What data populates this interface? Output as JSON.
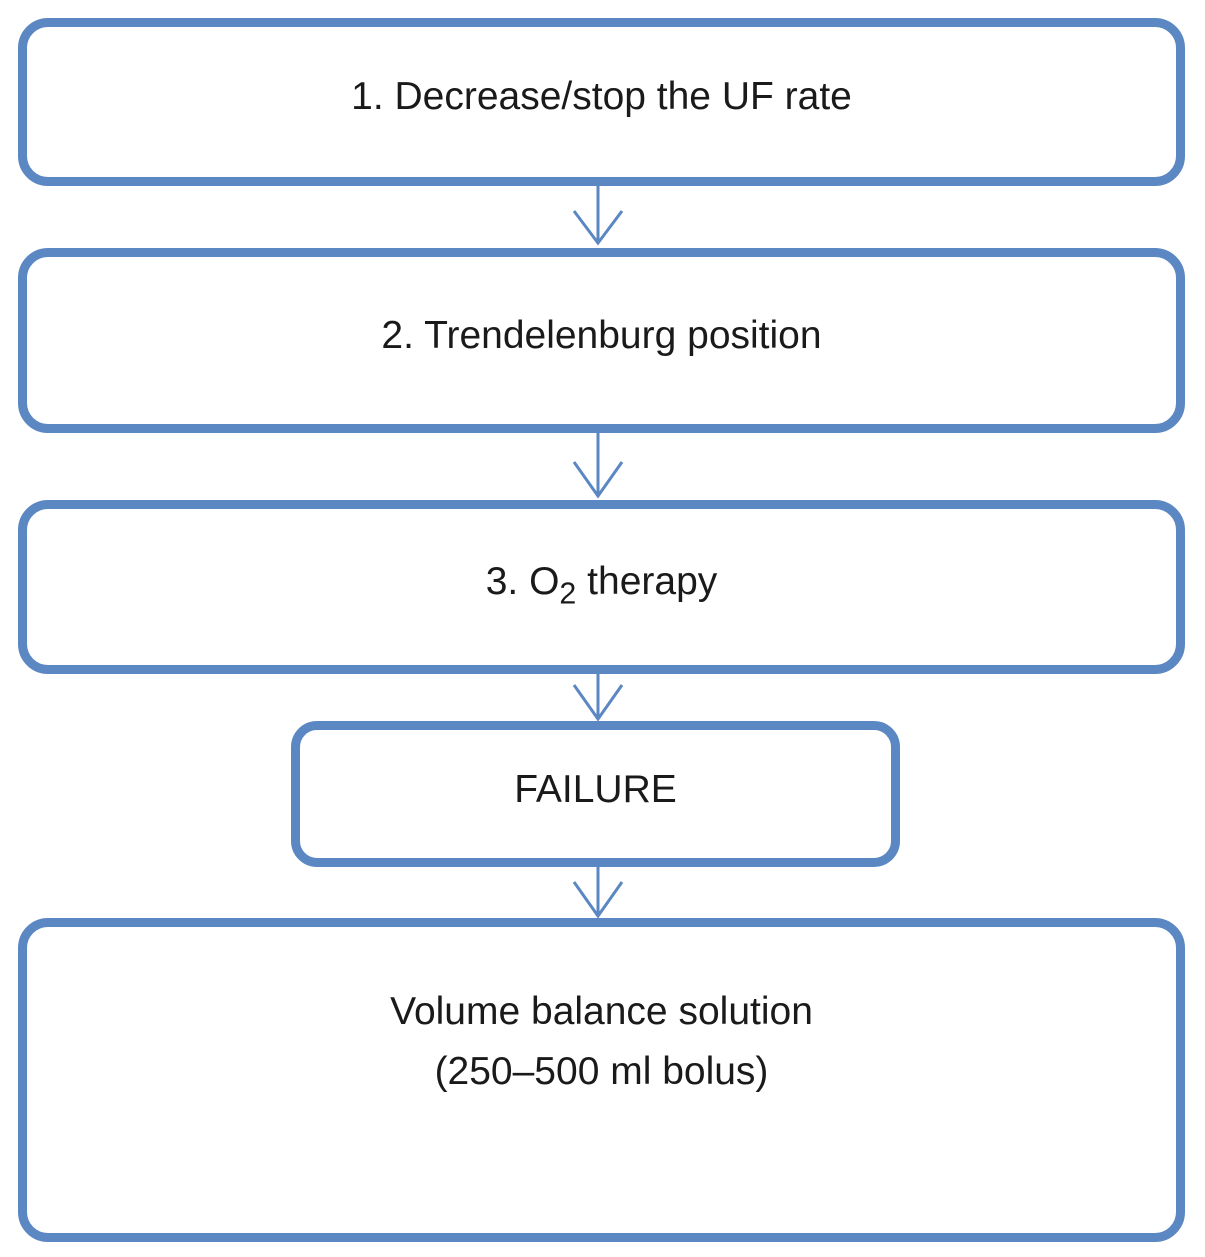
{
  "flowchart": {
    "steps": [
      {
        "label": "1. Decrease/stop the UF rate"
      },
      {
        "label": "2. Trendelenburg position"
      },
      {
        "prefix": "3. O",
        "subscript": "2",
        "suffix": " therapy"
      },
      {
        "label": "FAILURE"
      },
      {
        "line1": "Volume balance solution",
        "line2": "(250–500 ml bolus)"
      }
    ],
    "colors": {
      "box_border": "#5b87c2",
      "arrow": "#5b87c2",
      "text": "#1a1a1a",
      "background": "#ffffff"
    }
  }
}
